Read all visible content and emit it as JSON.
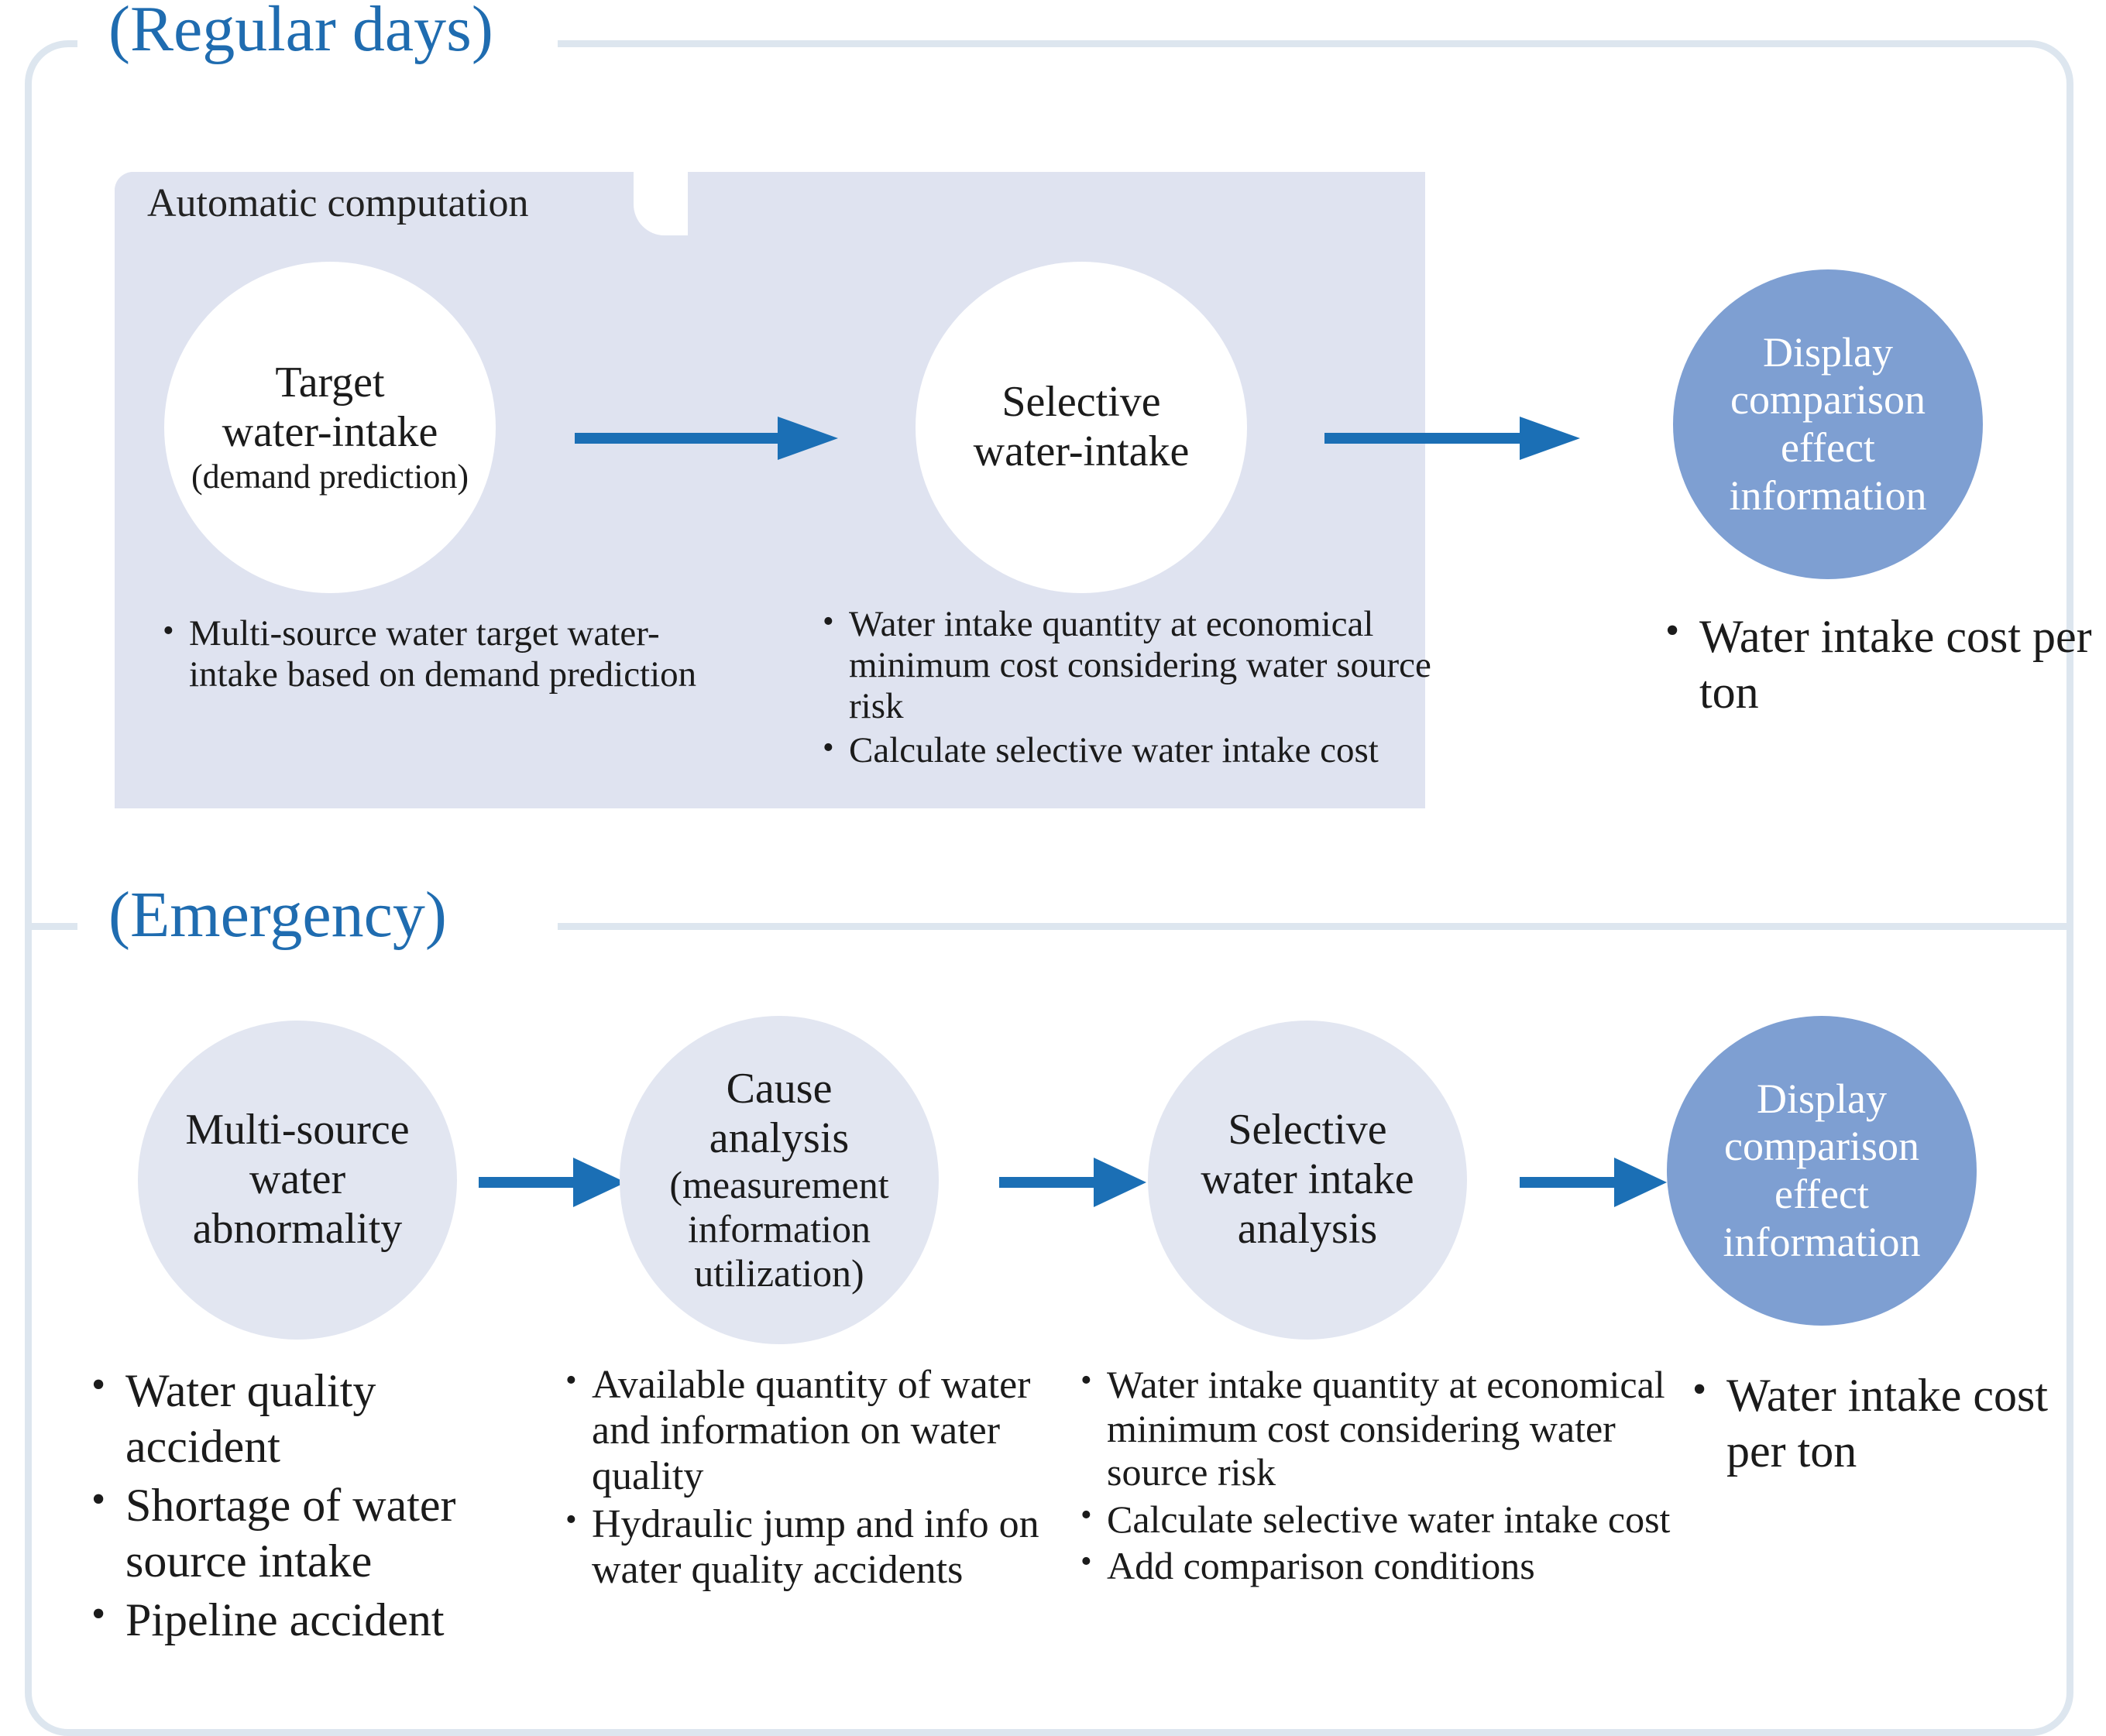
{
  "colors": {
    "frame_border": "#dde6ef",
    "title_blue": "#1f6cb0",
    "panel_lavender": "#dfe3f0",
    "circle_light": "#e2e6f1",
    "circle_blue": "#7e9fd2",
    "arrow_blue": "#1b6fb5",
    "text_dark": "#1b1b1b"
  },
  "sections": {
    "regular": {
      "title": "(Regular days)",
      "panel_label": "Automatic computation",
      "nodes": [
        {
          "name": "target-water-intake",
          "lines": [
            "Target",
            "water-intake",
            "(demand prediction)"
          ],
          "style": "white"
        },
        {
          "name": "selective-water-intake",
          "lines": [
            "Selective",
            "water-intake"
          ],
          "style": "white"
        },
        {
          "name": "display-comparison-effect-information",
          "lines": [
            "Display",
            "comparison",
            "effect",
            "information"
          ],
          "style": "blue"
        }
      ],
      "bullet_groups": [
        {
          "name": "target-bullets",
          "items": [
            "Multi-source water  target water-intake based on demand prediction"
          ]
        },
        {
          "name": "selective-bullets",
          "items": [
            "Water intake quantity at economical minimum cost considering water source risk",
            "Calculate selective water intake cost"
          ]
        },
        {
          "name": "display-bullets",
          "items": [
            "Water intake cost per ton"
          ]
        }
      ]
    },
    "emergency": {
      "title": "(Emergency)",
      "nodes": [
        {
          "name": "multi-source-water-abnormality",
          "lines": [
            "Multi-source",
            "water",
            "abnormality"
          ],
          "style": "light"
        },
        {
          "name": "cause-analysis",
          "lines": [
            "Cause",
            "analysis",
            "(measurement",
            "information",
            "utilization)"
          ],
          "style": "light"
        },
        {
          "name": "selective-water-intake-analysis",
          "lines": [
            "Selective",
            "water intake",
            "analysis"
          ],
          "style": "light"
        },
        {
          "name": "display-comparison-effect-information",
          "lines": [
            "Display",
            "comparison",
            "effect",
            "information"
          ],
          "style": "blue"
        }
      ],
      "bullet_groups": [
        {
          "name": "abnormality-bullets",
          "items": [
            "Water quality accident",
            "Shortage of water source intake",
            "Pipeline accident"
          ]
        },
        {
          "name": "cause-analysis-bullets",
          "items": [
            "Available quantity of water and information on water quality",
            "Hydraulic jump and info on water quality accidents"
          ]
        },
        {
          "name": "selective-analysis-bullets",
          "items": [
            "Water intake quantity at economical minimum cost considering water source risk",
            "Calculate selective water intake cost",
            "Add comparison conditions"
          ]
        },
        {
          "name": "display-bullets",
          "items": [
            "Water intake cost per ton"
          ]
        }
      ]
    }
  },
  "arrows": {
    "regular": [
      {
        "name": "arrow-target-to-selective"
      },
      {
        "name": "arrow-selective-to-display"
      }
    ],
    "emergency": [
      {
        "name": "arrow-abnormality-to-cause"
      },
      {
        "name": "arrow-cause-to-selective"
      },
      {
        "name": "arrow-selective-to-display"
      }
    ]
  }
}
